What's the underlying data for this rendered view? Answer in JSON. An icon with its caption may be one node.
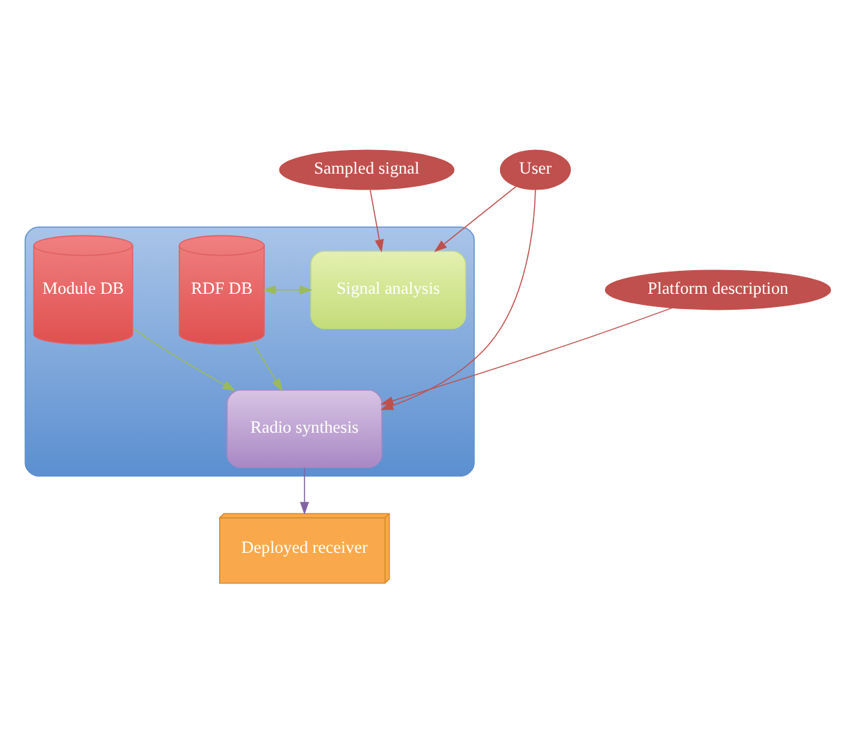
{
  "diagram": {
    "nodes": [
      {
        "text": [
          "Sampled signal"
        ]
      },
      {
        "text": [
          "User"
        ]
      },
      {
        "text": [
          "Platform description"
        ]
      },
      {
        "text": [],
        "shape": "box"
      },
      {
        "text": [
          "RDF DB"
        ],
        "in": 3
      },
      {
        "text": [
          "Signal analysis"
        ],
        "in": 3
      },
      {
        "text": [
          "Module DB"
        ],
        "in": 3
      },
      {
        "text": [
          "Radio synthesis"
        ],
        "in": 3
      },
      {
        "text": [
          "Deployed receiver"
        ]
      }
    ],
    "edges": [
      {
        "from": 0,
        "to": 5,
        "arrow": "to"
      },
      {
        "from": 1,
        "to": 5,
        "arrow": "to"
      },
      {
        "from": 1,
        "to": 7,
        "arrow": "to"
      },
      {
        "from": 2,
        "to": 7,
        "arrow": "to"
      },
      {
        "from": 4,
        "to": 5,
        "arrow": "both",
        "color": "#9bbb59"
      },
      {
        "from": 4,
        "to": 7,
        "arrow": "to",
        "color": "#9bbb59"
      },
      {
        "from": 6,
        "to": 7,
        "arrow": "to",
        "color": "#9bbb59"
      },
      {
        "from": 7,
        "to": 8,
        "arrow": "to",
        "color": "#8064a2"
      }
    ]
  }
}
